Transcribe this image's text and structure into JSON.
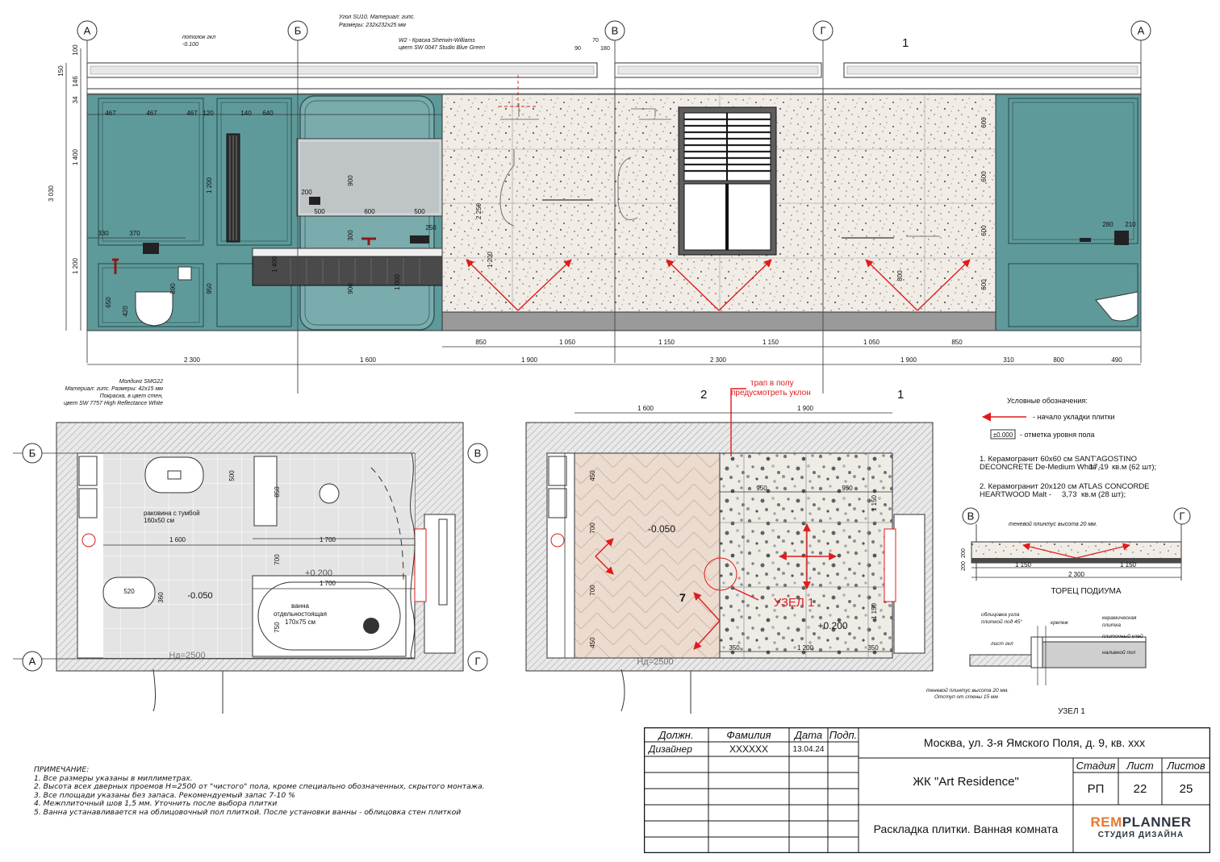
{
  "elevation": {
    "axes": [
      "А",
      "Б",
      "В",
      "Г",
      "А"
    ],
    "ceiling_note": [
      "потолок гкл",
      "-0.100"
    ],
    "corner_note": [
      "Угол SU10. Материал: гипс.",
      "Размеры: 232х232х25 мм"
    ],
    "paint_note": [
      "W2 - Краска Sherwin-Williams",
      "цвет SW 0047 Studio Blue Green"
    ],
    "molding_note": [
      "Молдинг SMG22",
      "Материал: гипс. Размеры: 42х15 мм",
      "Покраска, в цвет стен,",
      "цвет SW 7757 High Reflectance White"
    ],
    "tile_marker": "1",
    "bottom_dims": [
      "850",
      "1 050",
      "1 150",
      "1 150",
      "1 050",
      "850",
      "310",
      "800",
      "490"
    ],
    "overall_dims": [
      "2 300",
      "1 600",
      "1 900",
      "2 300",
      "1 900"
    ],
    "left_dims": [
      "100",
      "150",
      "146",
      "34",
      "1 400",
      "3 030",
      "1 200"
    ],
    "panel_dims": [
      "467",
      "467",
      "467",
      "120",
      "140",
      "640"
    ],
    "mirror_dims": [
      "500",
      "600",
      "500",
      "200",
      "250",
      "900",
      "300",
      "900",
      "1 400",
      "1 000"
    ],
    "top_dims": [
      "70",
      "90",
      "180"
    ],
    "toilet_dims": [
      "330",
      "370",
      "650",
      "420",
      "890",
      "950",
      "1 200"
    ],
    "shower_dims": [
      "2 250",
      "1 200",
      "800"
    ],
    "tile_dims": [
      "600",
      "600",
      "600",
      "600"
    ],
    "right_dims": [
      "280",
      "210"
    ]
  },
  "plan_left": {
    "axes": [
      "Б",
      "В",
      "А",
      "Г"
    ],
    "sink_label": [
      "раковина с тумбой",
      "160х50 см"
    ],
    "bath_label": [
      "ванна",
      "отдельностоящая",
      "170х75 см"
    ],
    "dims": [
      "1 600",
      "1 700",
      "1 700",
      "500",
      "850",
      "700",
      "750",
      "520",
      "360"
    ],
    "levels": [
      "-0.050",
      "+0.200"
    ],
    "door_height": "Нд=2500"
  },
  "plan_right": {
    "drain_note": [
      "трап в полу",
      "предусмотреть уклон"
    ],
    "markers": [
      "2",
      "1"
    ],
    "dims": [
      "1 600",
      "1 900",
      "950",
      "950",
      "450",
      "700",
      "700",
      "450",
      "1 150",
      "1 150",
      "350",
      "1 200",
      "350"
    ],
    "levels": [
      "-0.050",
      "+0.200"
    ],
    "node_label": "УЗЕЛ 1",
    "node_number": "7",
    "door_height": "Нд=2500"
  },
  "legend": {
    "title": "Условные обозначения:",
    "arrow_label": "- начало укладки плитки",
    "level_sample": "±0.000",
    "level_label": "- отметка уровня пола",
    "item1": [
      "1. Керамогранит 60х60 см SANT'AGOSTINO",
      "DECONCRETE De-Medium White - ",
      "17,19",
      " кв.м (62 шт);"
    ],
    "item2": [
      "2. Керамогранит 20х120 см ATLAS CONCORDE",
      "HEARTWOOD Malt - ",
      "3,73",
      " кв.м (28 шт);"
    ]
  },
  "podium": {
    "axes": [
      "В",
      "Г"
    ],
    "plinth_note": "теневой плинтус высота 20 мм.",
    "dims": [
      "200",
      "200",
      "1 150",
      "1 150",
      "2 300"
    ],
    "title": "ТОРЕЦ ПОДИУМА"
  },
  "node": {
    "labels": [
      "облицовка угла",
      "плиткой под 45°",
      "крепеж",
      "керамическая",
      "плитка",
      "плиточный клей",
      "лист гкл",
      "наливной пол",
      "теневой плинтус высота 20 мм.",
      "Отступ от стены 15 мм"
    ],
    "title": "УЗЕЛ 1"
  },
  "notes": {
    "title": "ПРИМЕЧАНИЕ:",
    "items": [
      "1. Все размеры указаны в миллиметрах.",
      "2. Высота всех дверных проемов Н=2500 от \"чистого\" пола, кроме специально обозначенных, скрытого монтажа.",
      "3. Все площади указаны без запаса. Рекомендуемый запас 7-10 %",
      "4. Межплиточный шов 1,5 мм. Уточнить после выбора плитки",
      "5. Ванна устанавливается на облицовочный пол плиткой. После установки ванны - облицовка стен плиткой"
    ]
  },
  "title_block": {
    "headers": [
      "Должн.",
      "Фамилия",
      "Дата",
      "Подп."
    ],
    "role": "Дизайнер",
    "surname": "XXXXXX",
    "date": "13.04.24",
    "address": "Москва, ул. 3-я Ямского Поля, д. 9, кв. ххх",
    "project": "ЖК \"Art Residence\"",
    "sheet_title": "Раскладка плитки. Ванная комната",
    "stage_header": "Стадия",
    "sheet_header": "Лист",
    "sheets_header": "Листов",
    "stage": "РП",
    "sheet": "22",
    "sheets": "25",
    "brand_a": "REM",
    "brand_b": "PLANNER",
    "brand_sub": "СТУДИЯ ДИЗАЙНА"
  },
  "colors": {
    "wall_teal": "#5f9a9b",
    "terrazzo": "#f1ede6",
    "wood_floor": "#ebd9cc",
    "red_marker": "#e01b1b",
    "brand_orange": "#e8772e"
  }
}
